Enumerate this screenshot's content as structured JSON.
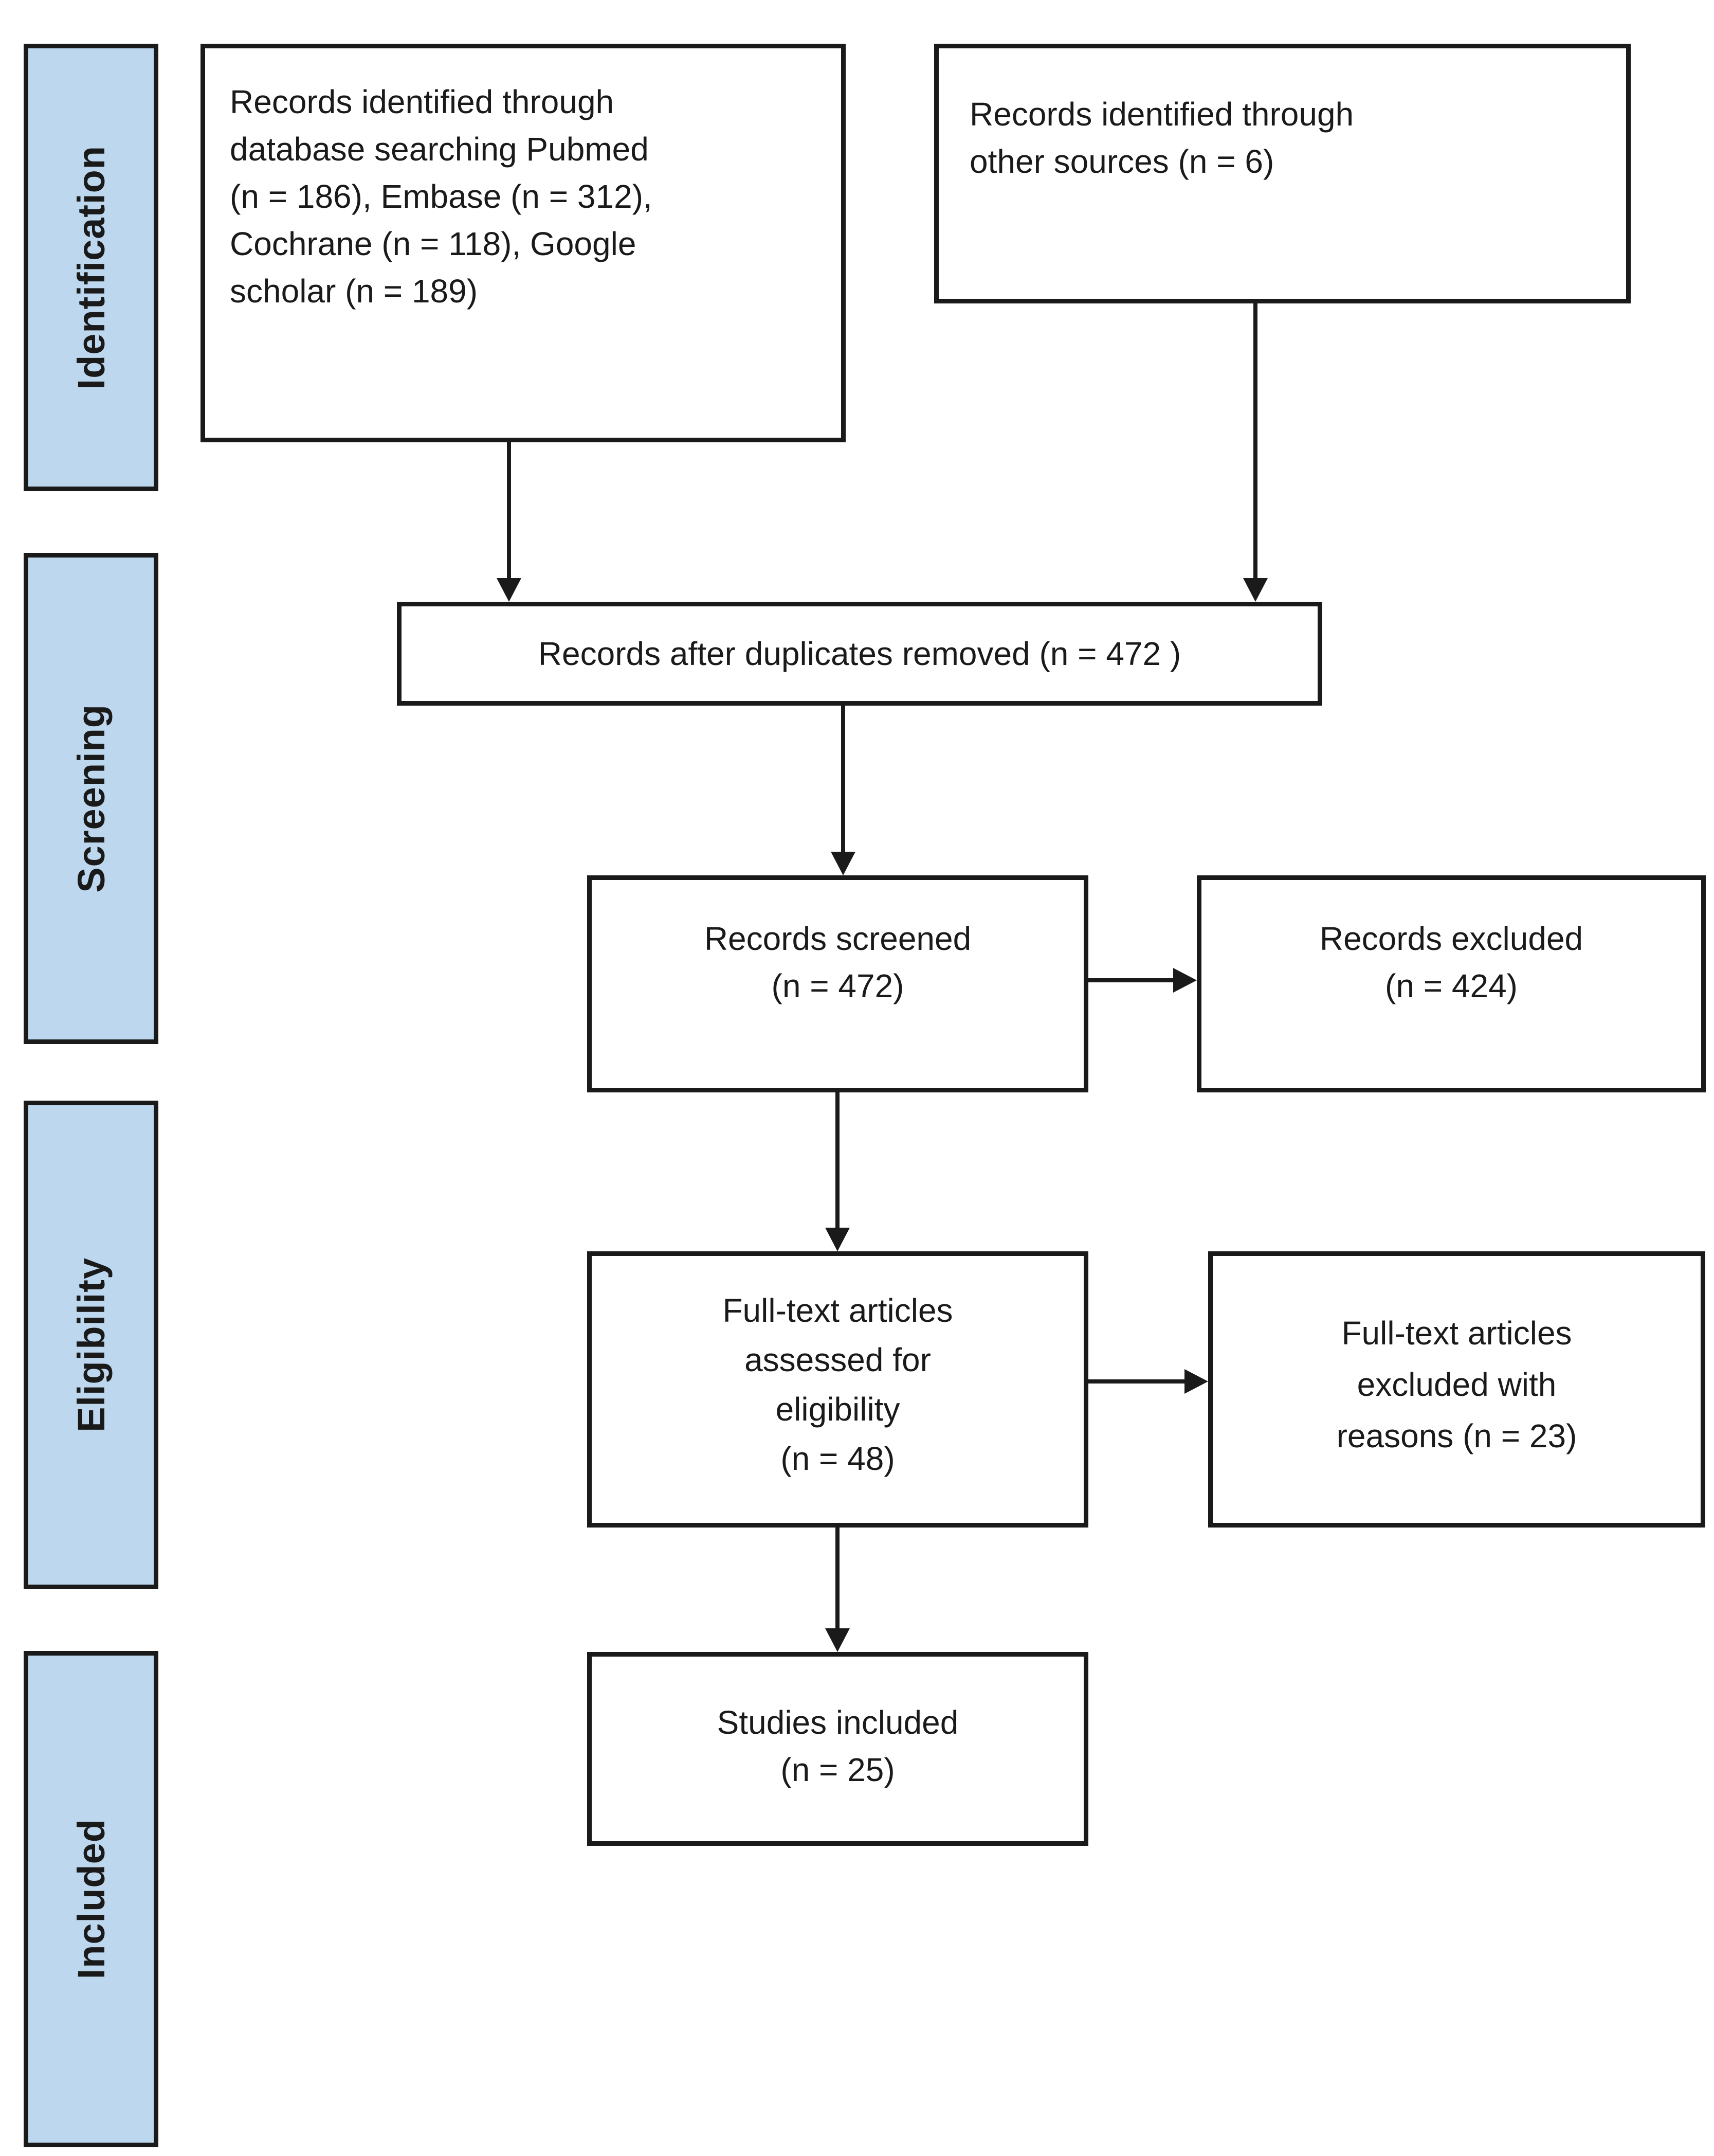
{
  "colors": {
    "stage_fill": "#bdd7ee",
    "line_color": "#1a1a1a",
    "box_bg": "#ffffff",
    "page_bg": "#ffffff"
  },
  "stages": [
    {
      "label": "Identification"
    },
    {
      "label": "Screening"
    },
    {
      "label": "Eligibility"
    },
    {
      "label": "Included"
    }
  ],
  "boxes": {
    "identified_db": {
      "n_pubmed": 186,
      "n_embase": 312,
      "n_cochrane": 118,
      "n_google_scholar": 189,
      "lines": [
        "Records identified through",
        "database searching Pubmed",
        "(n = 186), Embase (n = 312),",
        "Cochrane (n = 118), Google",
        "scholar (n = 189)"
      ]
    },
    "identified_other": {
      "n": 6,
      "lines": [
        "Records identified through",
        "other sources (n = 6)"
      ]
    },
    "duplicates_removed": {
      "n": 472,
      "lines": [
        "Records after duplicates removed (n = 472 )"
      ]
    },
    "screened": {
      "n": 472,
      "lines": [
        "Records screened",
        "(n = 472)"
      ]
    },
    "records_excluded": {
      "n": 424,
      "lines": [
        "Records excluded",
        "(n = 424)"
      ]
    },
    "fulltext_assessed": {
      "n": 48,
      "lines": [
        "Full-text articles",
        "assessed for",
        "eligibility",
        "(n = 48)"
      ]
    },
    "fulltext_excluded": {
      "n": 23,
      "lines": [
        "Full-text articles",
        "excluded with",
        "reasons (n = 23)"
      ]
    },
    "studies_included": {
      "n": 25,
      "lines": [
        "Studies included",
        "(n = 25)"
      ]
    }
  }
}
